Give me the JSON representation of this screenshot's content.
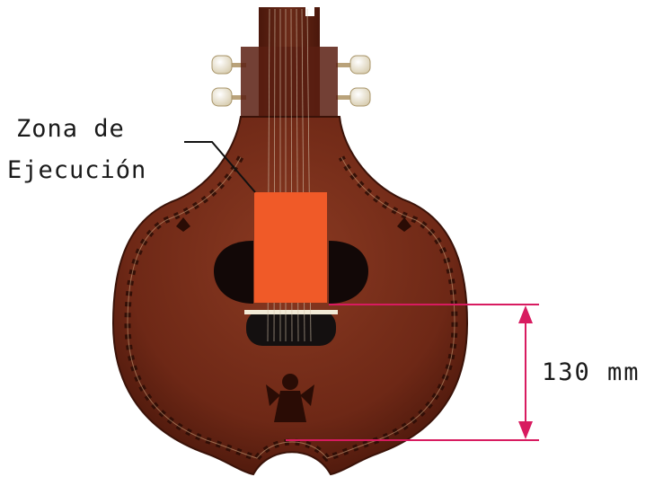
{
  "diagram": {
    "zone_label_line1": "Zona de",
    "zone_label_line2": "Ejecución",
    "dimension_label": "130 mm",
    "colors": {
      "body_wood": "#6e2816",
      "body_wood_light": "#8a3a22",
      "body_edge": "#4a170b",
      "neck": "#5a1f12",
      "execution_zone": "#f05a28",
      "dimension_line": "#d81b60",
      "sound_hole": "#120807",
      "tuning_peg": "#f2ead6",
      "text": "#1a1a1a"
    },
    "icons": [
      "tuning-peg-icon",
      "angel-ornament-icon",
      "inlay-ornament-icon"
    ]
  }
}
